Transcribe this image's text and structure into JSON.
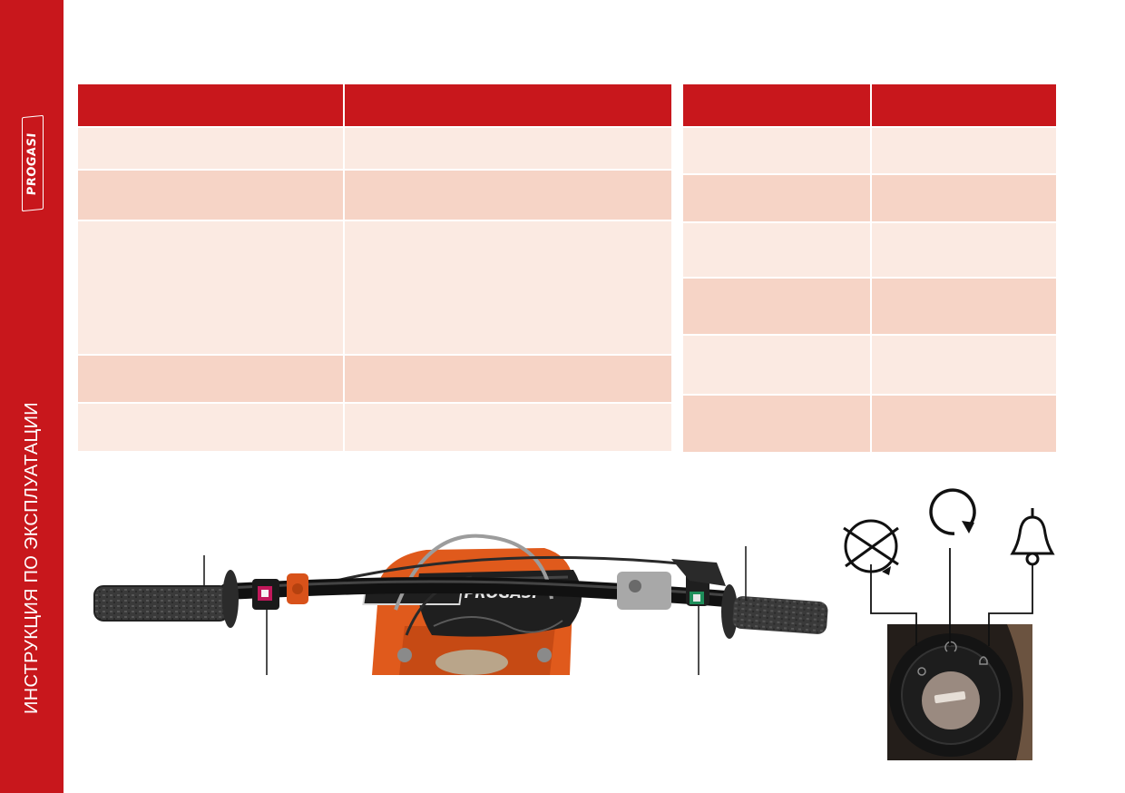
{
  "sidebar": {
    "brand": "PROGASI",
    "title": "ИНСТРУКЦИЯ ПО ЭКСПЛУАТАЦИИ"
  },
  "table_left": {
    "headers": [
      "",
      ""
    ],
    "rows": [
      [
        "",
        ""
      ],
      [
        "",
        ""
      ],
      [
        "",
        ""
      ],
      [
        "",
        ""
      ],
      [
        "",
        ""
      ]
    ]
  },
  "table_right": {
    "headers": [
      "",
      ""
    ],
    "rows": [
      [
        "",
        ""
      ],
      [
        "",
        ""
      ],
      [
        "",
        ""
      ],
      [
        "",
        ""
      ],
      [
        "",
        ""
      ],
      [
        "",
        ""
      ]
    ]
  },
  "figure": {
    "handlebar_brand": "PROGASI",
    "ignition_icons": [
      "engine-off-icon",
      "ignition-on-icon",
      "alarm-bell-icon"
    ]
  },
  "colors": {
    "brand_red": "#c8171c",
    "row_light": "#fbeae2",
    "row_dark": "#f6d4c6",
    "bike_orange": "#e05a1c"
  }
}
